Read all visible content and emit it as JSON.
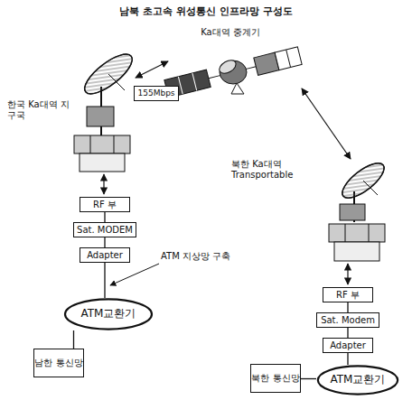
{
  "diagram": {
    "title": "남북 초고속 위성통신 인프라망 구성도",
    "nodes": [
      {
        "text": [
          "155Mbps"
        ]
      },
      {
        "text": [
          "RF 부"
        ]
      },
      {
        "text": [
          "Sat. MODEM"
        ]
      },
      {
        "text": [
          "Adapter"
        ]
      },
      {
        "text": [
          "ATM교환기"
        ]
      },
      {
        "text": [
          "남한 통신망"
        ]
      },
      {
        "text": [
          "RF 부"
        ]
      },
      {
        "text": [
          "Sat. Modem"
        ]
      },
      {
        "text": [
          "Adapter"
        ]
      },
      {
        "text": [
          "북한 통신망"
        ]
      },
      {
        "text": [
          "ATM교환기"
        ]
      }
    ],
    "edges": [
      {
        "from": 1,
        "to": 2,
        "arrow": "none"
      },
      {
        "from": 2,
        "to": 3,
        "arrow": "none"
      },
      {
        "from": 3,
        "to": 4,
        "arrow": "none"
      },
      {
        "from": 4,
        "to": 5,
        "arrow": "none"
      },
      {
        "from": 6,
        "to": 7,
        "arrow": "none"
      },
      {
        "from": 7,
        "to": 8,
        "arrow": "none"
      },
      {
        "from": 8,
        "to": 10,
        "arrow": "none"
      },
      {
        "from": 9,
        "to": 10,
        "arrow": "none"
      }
    ],
    "labels": [
      "Ka대역 중계기",
      "한국 Ka대역 지구국",
      "북한 Ka대역 Transportable",
      "ATM 지상망 구축"
    ]
  }
}
